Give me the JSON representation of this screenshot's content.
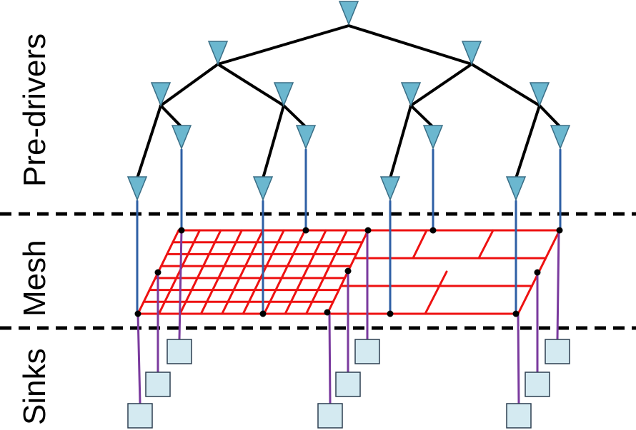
{
  "labels": {
    "pre_drivers": "Pre-drivers",
    "mesh": "Mesh",
    "sinks": "Sinks"
  },
  "colors": {
    "buffer_fill": "#6BB7CF",
    "buffer_stroke": "#3A6E86",
    "tree_wire": "#000000",
    "driver_wire": "#2E5FA5",
    "mesh_wire": "#EE1111",
    "sink_wire": "#7A3A9E",
    "sink_fill": "#D4EAF1",
    "sink_stroke": "#2C3E50",
    "separator": "#000000",
    "tap_dot": "#000000"
  },
  "icons": {
    "buffer": "triangle-buffer-icon",
    "sink": "square-sink-icon",
    "tap": "dot-connection-icon"
  },
  "structure": {
    "tree_levels": 5,
    "pre_driver_count": 8,
    "sink_count": 9,
    "mesh_count": 2
  }
}
